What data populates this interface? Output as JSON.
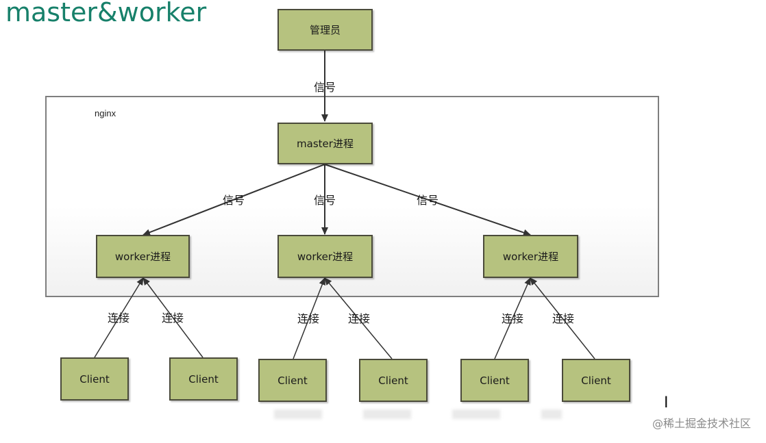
{
  "title": "master&worker",
  "nginx_label": "nginx",
  "admin": "管理员",
  "master": "master进程",
  "workers": [
    "worker进程",
    "worker进程",
    "worker进程"
  ],
  "clients": [
    "Client",
    "Client",
    "Client",
    "Client",
    "Client",
    "Client"
  ],
  "signal_label": "信号",
  "connect_label": "连接",
  "watermark": "@稀土掘金技术社区",
  "cursor": "I",
  "colors": {
    "box_fill": "#b6c27f",
    "box_border": "#4a4a3a",
    "title": "#17806a",
    "frame_border": "#7e7e7e"
  }
}
